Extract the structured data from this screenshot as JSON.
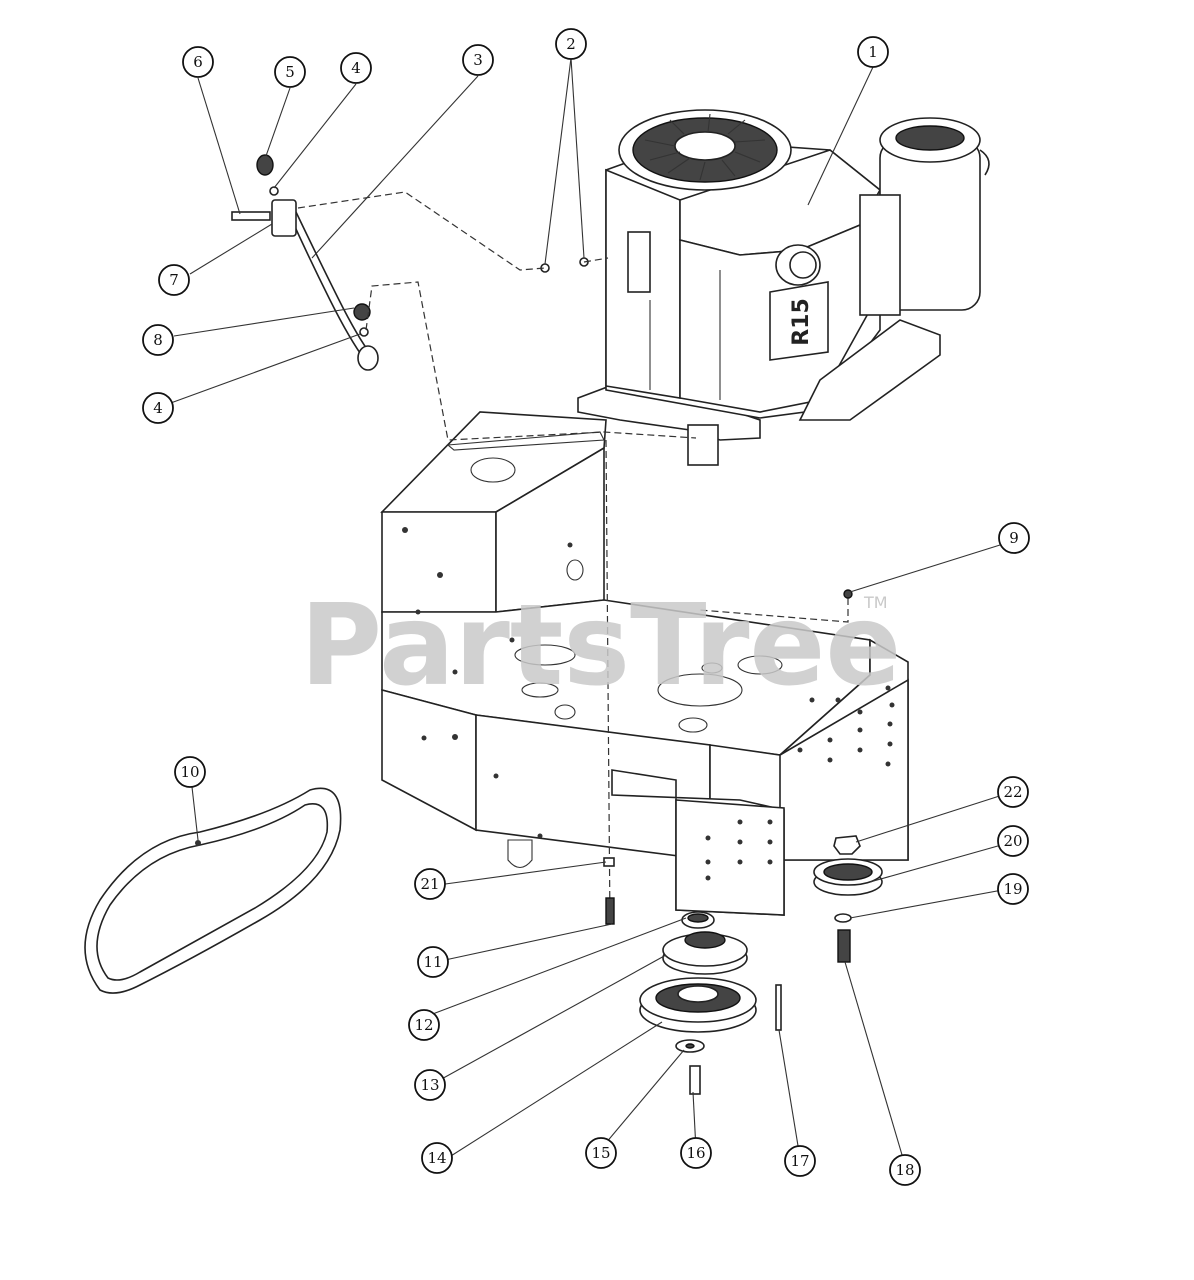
{
  "watermark": {
    "text": "PartsTree",
    "trademark": "TM"
  },
  "engine_label": "R15",
  "callouts": [
    {
      "number": "1"
    },
    {
      "number": "2"
    },
    {
      "number": "3"
    },
    {
      "number": "4"
    },
    {
      "number": "5"
    },
    {
      "number": "6"
    },
    {
      "number": "7"
    },
    {
      "number": "8"
    },
    {
      "number": "4"
    },
    {
      "number": "9"
    },
    {
      "number": "10"
    },
    {
      "number": "11"
    },
    {
      "number": "12"
    },
    {
      "number": "13"
    },
    {
      "number": "14"
    },
    {
      "number": "15"
    },
    {
      "number": "16"
    },
    {
      "number": "17"
    },
    {
      "number": "18"
    },
    {
      "number": "19"
    },
    {
      "number": "20"
    },
    {
      "number": "21"
    },
    {
      "number": "22"
    }
  ]
}
